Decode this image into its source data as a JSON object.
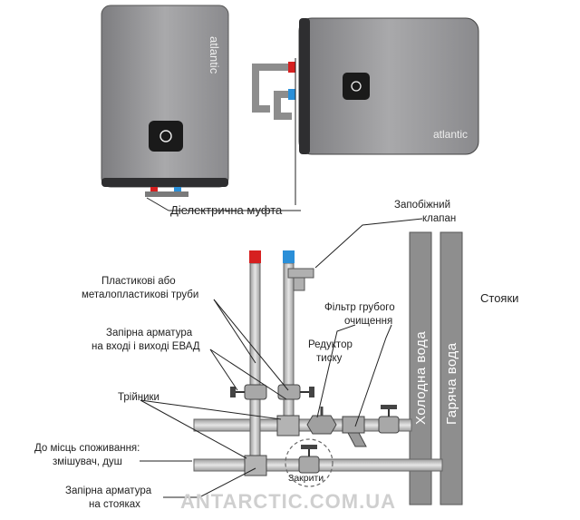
{
  "heater_brand": "atlantic",
  "labels": {
    "dielectric_coupling": "Діелектрична муфта",
    "safety_valve_line1": "Запобіжний",
    "safety_valve_line2": "клапан",
    "risers": "Стояки",
    "plastic_pipes_line1": "Пластикові або",
    "plastic_pipes_line2": "металопластикові труби",
    "shutoff_in_out_line1": "Запірна арматура",
    "shutoff_in_out_line2": "на вході і виході ЕВАД",
    "coarse_filter_line1": "Фільтр грубого",
    "coarse_filter_line2": "очищення",
    "pressure_reducer_line1": "Редуктор",
    "pressure_reducer_line2": "тиску",
    "tees": "Трійники",
    "consumption_line1": "До місць споживання:",
    "consumption_line2": "змішувач, душ",
    "close": "Закрити",
    "shutoff_risers_line1": "Запірна арматура",
    "shutoff_risers_line2": "на стояках",
    "cold_water": "Холодна вода",
    "hot_water": "Гаряча вода"
  },
  "watermark": "ANTARCTIC.COM.UA",
  "colors": {
    "heater_body": "#9a9a9c",
    "pipe": "#c8c8c8",
    "pipe_stroke": "#555555",
    "hot": "#d62020",
    "cold": "#2a8fd8"
  }
}
